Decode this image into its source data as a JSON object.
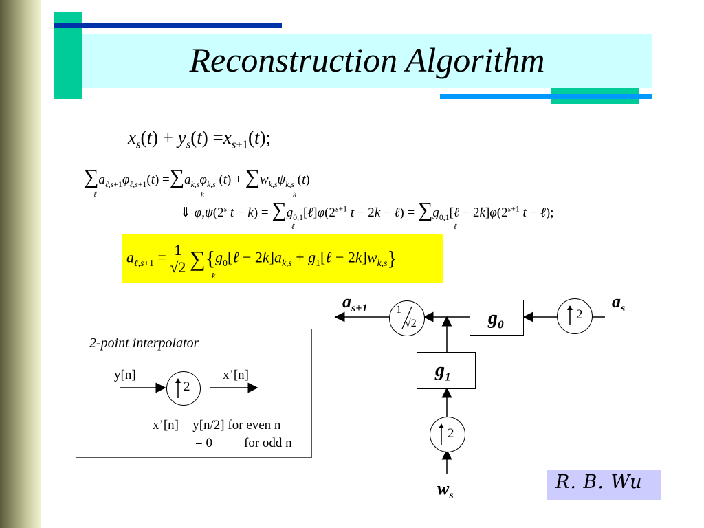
{
  "slide": {
    "title": "Reconstruction Algorithm",
    "equations": {
      "eq1": "x_s(t) + y_s(t) = x_{s+1}(t);",
      "eq2": "Σ_ℓ a_{ℓ,s+1} φ_{ℓ,s+1}(t) = Σ_k a_{k,s} φ_{k,s}(t) + Σ_k w_{k,s} ψ_{k,s}(t)",
      "eq3": "⇓ φ,ψ(2^s t − k) = Σ_ℓ g_{0,1}[ℓ] φ(2^{s+1} t − 2k − ℓ) = Σ_ℓ g_{0,1}[ℓ − 2k] φ(2^{s+1} t − ℓ);",
      "eq4": "a_{ℓ,s+1} = (1/√2) Σ_k { g_0[ℓ − 2k] a_{k,s} + g_1[ℓ − 2k] w_{k,s} }"
    },
    "diagram": {
      "output_label": "a",
      "output_sub": "s+1",
      "input_a_label": "a",
      "input_a_sub": "s",
      "input_w_label": "w",
      "input_w_sub": "s",
      "g0_label": "g",
      "g0_sub": "0",
      "g1_label": "g",
      "g1_sub": "1",
      "scale_num": "1",
      "scale_den": "√2",
      "upsample_factor": "2"
    },
    "interpolator": {
      "title": "2-point interpolator",
      "input_label": "y[n]",
      "output_label": "x’[n]",
      "factor": "2",
      "rule_line1": "x’[n] = y[n/2] for even n",
      "rule_line2_value": "= 0",
      "rule_line2_cond": "for odd n"
    },
    "author": "R. B. Wu"
  },
  "colors": {
    "title_bg": "#ccffff",
    "accent_green": "#00cc99",
    "accent_blue_dark": "#0033aa",
    "accent_blue_light": "#0099ff",
    "highlight": "#ffff00",
    "author_bg": "#ccccff"
  }
}
